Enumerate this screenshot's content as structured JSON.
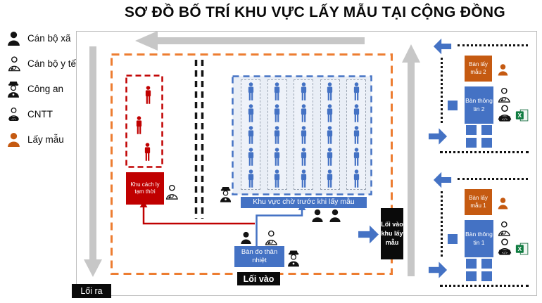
{
  "title": "SƠ ĐỒ BỐ TRÍ KHU VỰC LẤY MẪU TẠI CỘNG ĐỒNG",
  "legend": {
    "items": [
      {
        "icon": "commune-officer-icon",
        "label": "Cán bộ xã"
      },
      {
        "icon": "medical-staff-icon",
        "label": "Cán bộ y tế"
      },
      {
        "icon": "police-icon",
        "label": "Công an"
      },
      {
        "icon": "it-staff-icon",
        "label": "CNTT"
      },
      {
        "icon": "sampler-icon",
        "label": "Lấy mẫu"
      }
    ]
  },
  "zones": {
    "isolation": {
      "label": "Khu cách ly tạm thời",
      "people_count": 3
    },
    "waiting": {
      "label": "Khu vực chờ trước khi lấy mẫu",
      "columns": 5,
      "people_per_column": 5
    },
    "temperature": {
      "label": "Bàn đo thân nhiệt"
    }
  },
  "flow": {
    "entrance_label": "Lối vào",
    "exit_label": "Lối ra",
    "sampling_entrance_label": "Lối vào khu lấy mẫu"
  },
  "stations": [
    {
      "sampling_label": "Bàn lấy mẫu 2",
      "info_label": "Bàn thông tin 2"
    },
    {
      "sampling_label": "Bàn lấy mẫu 1",
      "info_label": "Bàn thông tin 1"
    }
  ],
  "colors": {
    "boundary_orange": "#ED7D31",
    "table_orange": "#C55A11",
    "isolation_red": "#C00000",
    "main_blue": "#4472C4",
    "waiting_fill": "#E9EEF6",
    "gray_arrow": "#C7C7C7",
    "excel_green": "#107C41",
    "label_black": "#0A0A0A"
  }
}
